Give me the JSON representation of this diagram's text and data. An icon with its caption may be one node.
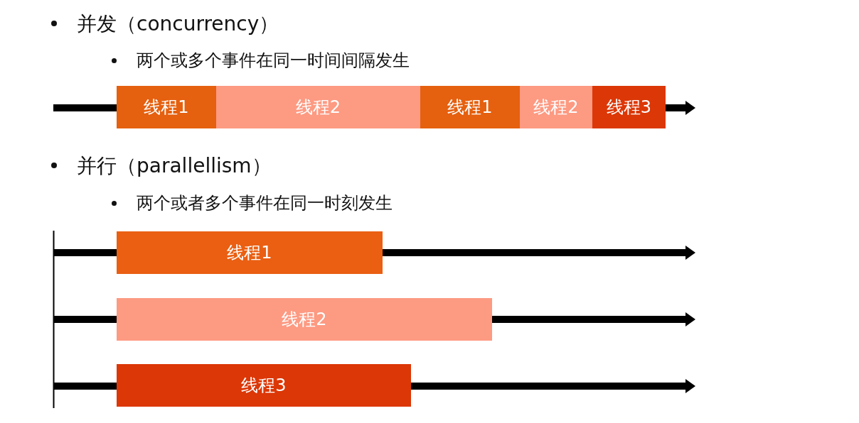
{
  "diagram": {
    "nodes": [
      {
        "text": [
          "线程1"
        ]
      },
      {
        "text": [
          "线程2"
        ]
      },
      {
        "text": [
          "线程1"
        ]
      },
      {
        "text": [
          "线程2"
        ]
      },
      {
        "text": [
          "线程3"
        ]
      },
      {
        "text": [
          "线程1"
        ]
      },
      {
        "text": [
          "线程2"
        ]
      },
      {
        "text": [
          "线程3"
        ]
      }
    ],
    "edges": [],
    "labels": [
      "并发（concurrency）",
      "两个或多个事件在同一时间间隔发生",
      "并行（parallellism）",
      "两个或者多个事件在同一时刻发生"
    ]
  }
}
